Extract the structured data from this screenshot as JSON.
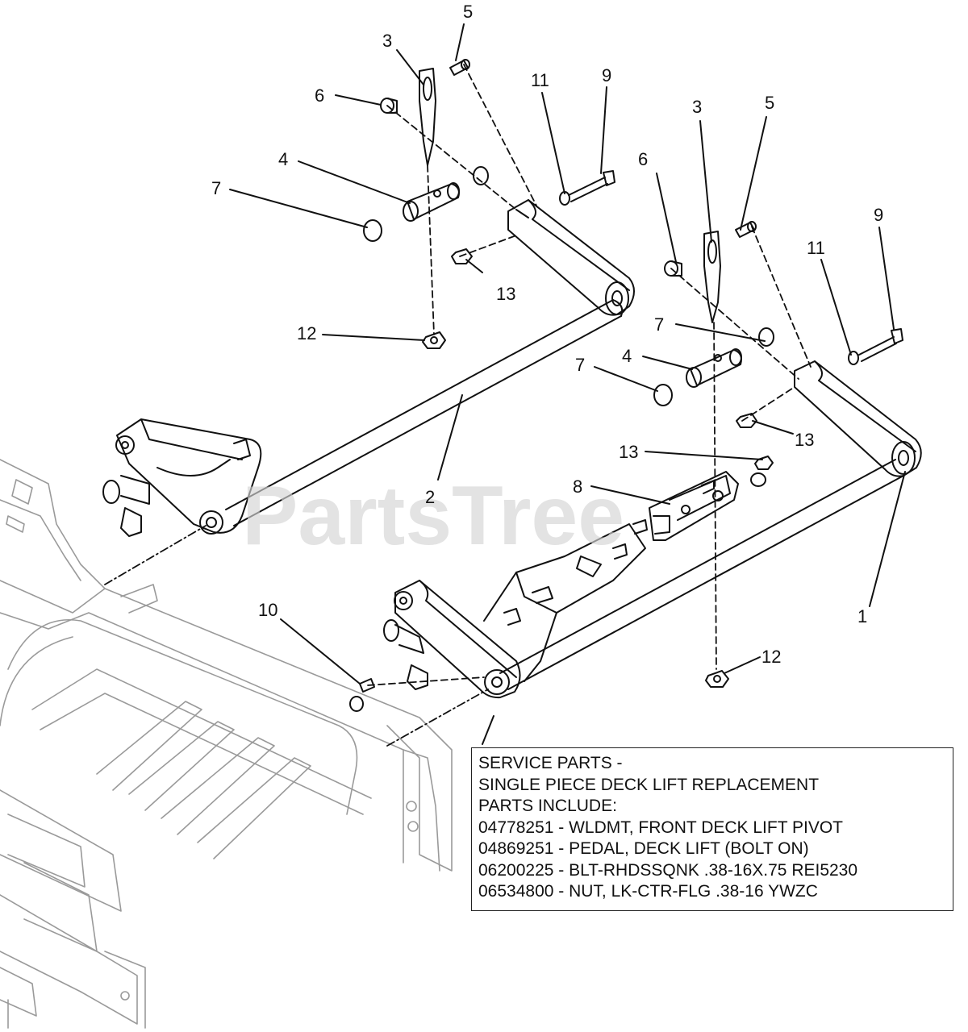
{
  "watermark": "PartsTree",
  "callouts": [
    {
      "id": "c5a",
      "label": "5"
    },
    {
      "id": "c3a",
      "label": "3"
    },
    {
      "id": "c6a",
      "label": "6"
    },
    {
      "id": "c11a",
      "label": "11"
    },
    {
      "id": "c9a",
      "label": "9"
    },
    {
      "id": "c4a",
      "label": "4"
    },
    {
      "id": "c7a",
      "label": "7"
    },
    {
      "id": "c13a",
      "label": "13"
    },
    {
      "id": "c12a",
      "label": "12"
    },
    {
      "id": "c2",
      "label": "2"
    },
    {
      "id": "c3b",
      "label": "3"
    },
    {
      "id": "c5b",
      "label": "5"
    },
    {
      "id": "c6b",
      "label": "6"
    },
    {
      "id": "c9b",
      "label": "9"
    },
    {
      "id": "c11b",
      "label": "11"
    },
    {
      "id": "c7b",
      "label": "7"
    },
    {
      "id": "c4b",
      "label": "4"
    },
    {
      "id": "c7c",
      "label": "7"
    },
    {
      "id": "c13b",
      "label": "13"
    },
    {
      "id": "c13c",
      "label": "13"
    },
    {
      "id": "c8",
      "label": "8"
    },
    {
      "id": "c1",
      "label": "1"
    },
    {
      "id": "c10",
      "label": "10"
    },
    {
      "id": "c12b",
      "label": "12"
    }
  ],
  "service_parts": {
    "line1": "SERVICE PARTS -",
    "line2": "SINGLE PIECE DECK LIFT REPLACEMENT",
    "line3": "PARTS INCLUDE:",
    "items": [
      "04778251 - WLDMT, FRONT DECK LIFT PIVOT",
      "04869251 - PEDAL, DECK LIFT (BOLT ON)",
      "06200225 - BLT-RHDSSQNK .38-16X.75 REI5230",
      "06534800 - NUT, LK-CTR-FLG .38-16 YWZC"
    ]
  }
}
